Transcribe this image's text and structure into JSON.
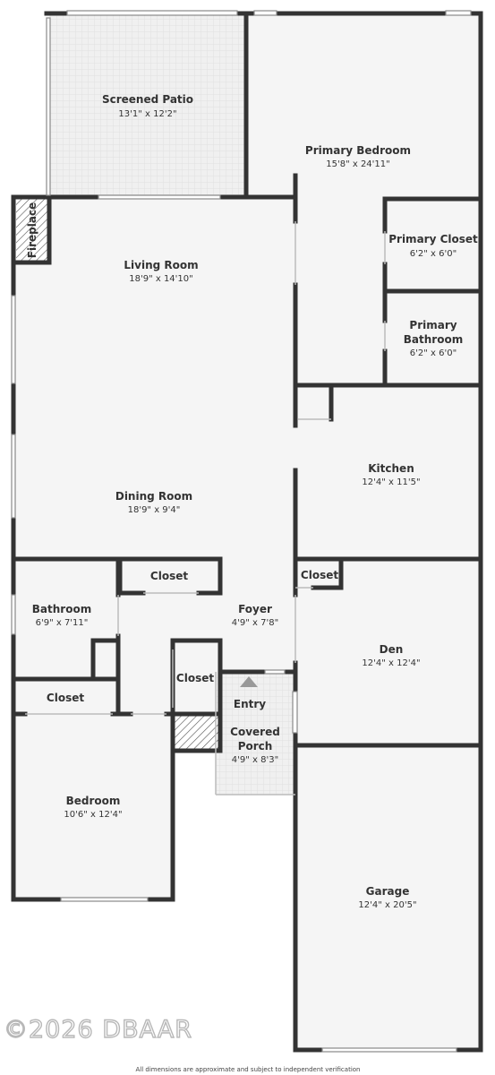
{
  "rooms": {
    "screened_patio": {
      "name": "Screened Patio",
      "dim": "13'1\" x 12'2\""
    },
    "primary_bedroom": {
      "name": "Primary Bedroom",
      "dim": "15'8\" x 24'11\""
    },
    "primary_closet": {
      "name": "Primary Closet",
      "dim": "6'2\" x 6'0\""
    },
    "primary_bathroom": {
      "name1": "Primary",
      "name2": "Bathroom",
      "dim": "6'2\" x 6'0\""
    },
    "fireplace": {
      "name": "Fireplace"
    },
    "living_room": {
      "name": "Living Room",
      "dim": "18'9\" x 14'10\""
    },
    "dining_room": {
      "name": "Dining Room",
      "dim": "18'9\" x 9'4\""
    },
    "kitchen": {
      "name": "Kitchen",
      "dim": "12'4\" x 11'5\""
    },
    "closet_hall": {
      "name": "Closet"
    },
    "closet_den": {
      "name": "Closet"
    },
    "foyer": {
      "name": "Foyer",
      "dim": "4'9\" x 7'8\""
    },
    "bathroom": {
      "name": "Bathroom",
      "dim": "6'9\" x 7'11\""
    },
    "den": {
      "name": "Den",
      "dim": "12'4\" x 12'4\""
    },
    "closet_foyer": {
      "name": "Closet"
    },
    "closet_bath": {
      "name": "Closet"
    },
    "entry": {
      "name": "Entry"
    },
    "covered_porch": {
      "name1": "Covered",
      "name2": "Porch",
      "dim": "4'9\" x 8'3\""
    },
    "bedroom": {
      "name": "Bedroom",
      "dim": "10'6\" x 12'4\""
    },
    "garage": {
      "name": "Garage",
      "dim": "12'4\" x 20'5\""
    }
  },
  "watermark": "©2026 DBAAR",
  "disclaimer": "All dimensions are approximate and subject to independent verification",
  "colors": {
    "wall": "#333333",
    "floor": "#f5f5f5",
    "patio": "#eeeeee"
  }
}
